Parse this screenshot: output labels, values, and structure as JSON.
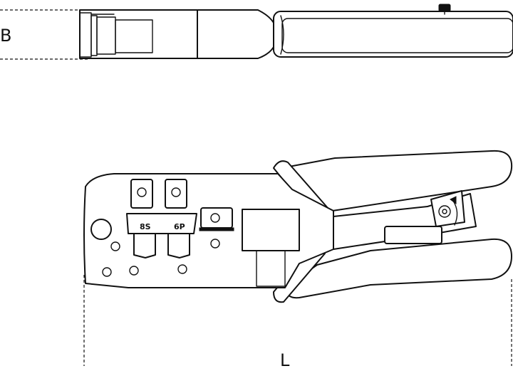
{
  "dimensions": {
    "width_label": "B",
    "length_label": "L"
  },
  "dies": {
    "left_label": "8S",
    "right_label": "6P"
  }
}
